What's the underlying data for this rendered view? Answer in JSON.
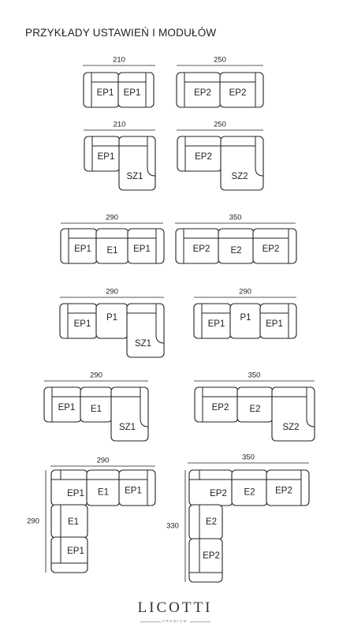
{
  "page": {
    "title": "PRZYKŁADY USTAWIEŃ I MODUŁÓW"
  },
  "brand": {
    "name": "LICOTTI",
    "tagline": "PREMIUM"
  },
  "colors": {
    "stroke": "#222222",
    "text": "#222222",
    "background": "#ffffff"
  },
  "configurations": [
    {
      "id": "ep1-ep1",
      "width": "210",
      "modules": [
        "EP1",
        "EP1"
      ]
    },
    {
      "id": "ep2-ep2",
      "width": "250",
      "modules": [
        "EP2",
        "EP2"
      ]
    },
    {
      "id": "ep1-sz1",
      "width": "210",
      "modules": [
        "EP1",
        "SZ1"
      ]
    },
    {
      "id": "ep2-sz2",
      "width": "250",
      "modules": [
        "EP2",
        "SZ2"
      ]
    },
    {
      "id": "ep1-e1-ep1",
      "width": "290",
      "modules": [
        "EP1",
        "E1",
        "EP1"
      ]
    },
    {
      "id": "ep2-e2-ep2",
      "width": "350",
      "modules": [
        "EP2",
        "E2",
        "EP2"
      ]
    },
    {
      "id": "ep1-p1-sz1",
      "width": "290",
      "modules": [
        "EP1",
        "P1",
        "SZ1"
      ]
    },
    {
      "id": "ep1-p1-ep1",
      "width": "290",
      "modules": [
        "EP1",
        "P1",
        "EP1"
      ]
    },
    {
      "id": "ep1-e1-sz1",
      "width": "290",
      "modules": [
        "EP1",
        "E1",
        "SZ1"
      ]
    },
    {
      "id": "ep2-e2-sz2",
      "width": "350",
      "modules": [
        "EP2",
        "E2",
        "SZ2"
      ]
    },
    {
      "id": "corner-1",
      "width": "290",
      "height": "290",
      "modules": [
        "EP1",
        "E1",
        "EP1",
        "E1",
        "EP1"
      ]
    },
    {
      "id": "corner-2",
      "width": "350",
      "height": "330",
      "modules": [
        "EP2",
        "E2",
        "EP2",
        "E2",
        "EP2"
      ]
    }
  ]
}
